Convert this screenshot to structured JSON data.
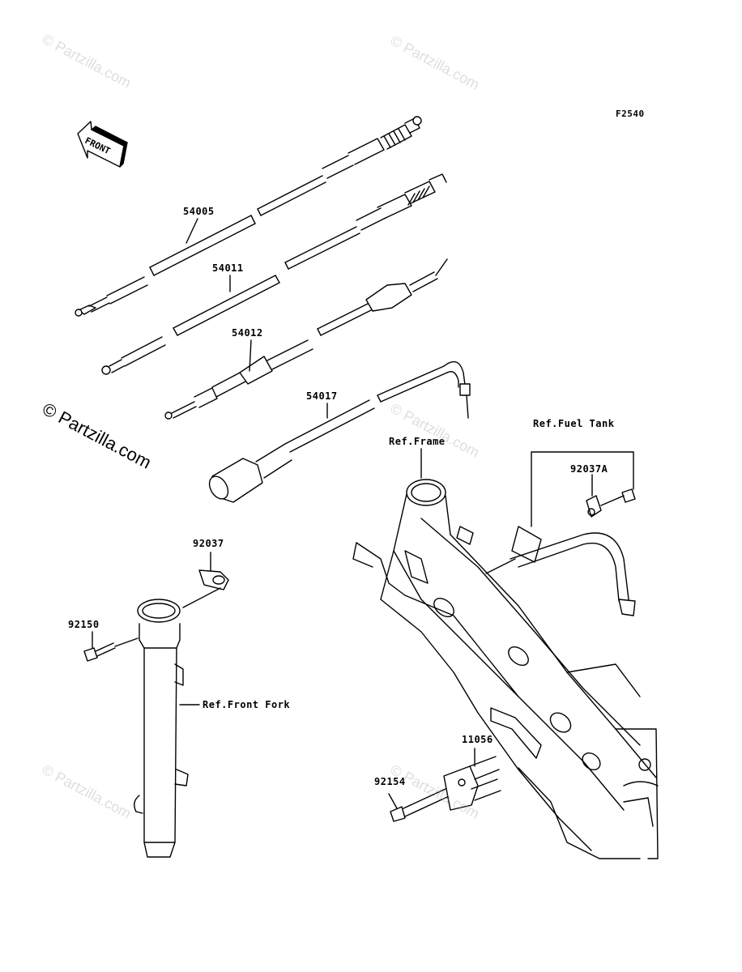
{
  "diagram_code": "F2540",
  "front_label": "FRONT",
  "watermark": "© Partzilla.com",
  "parts": {
    "p54005": "54005",
    "p54011": "54011",
    "p54012": "54012",
    "p54017": "54017",
    "p92037": "92037",
    "p92037a": "92037A",
    "p92150": "92150",
    "p11056": "11056",
    "p92154": "92154"
  },
  "refs": {
    "frame": "Ref.Frame",
    "fuel_tank": "Ref.Fuel Tank",
    "front_fork": "Ref.Front Fork"
  }
}
